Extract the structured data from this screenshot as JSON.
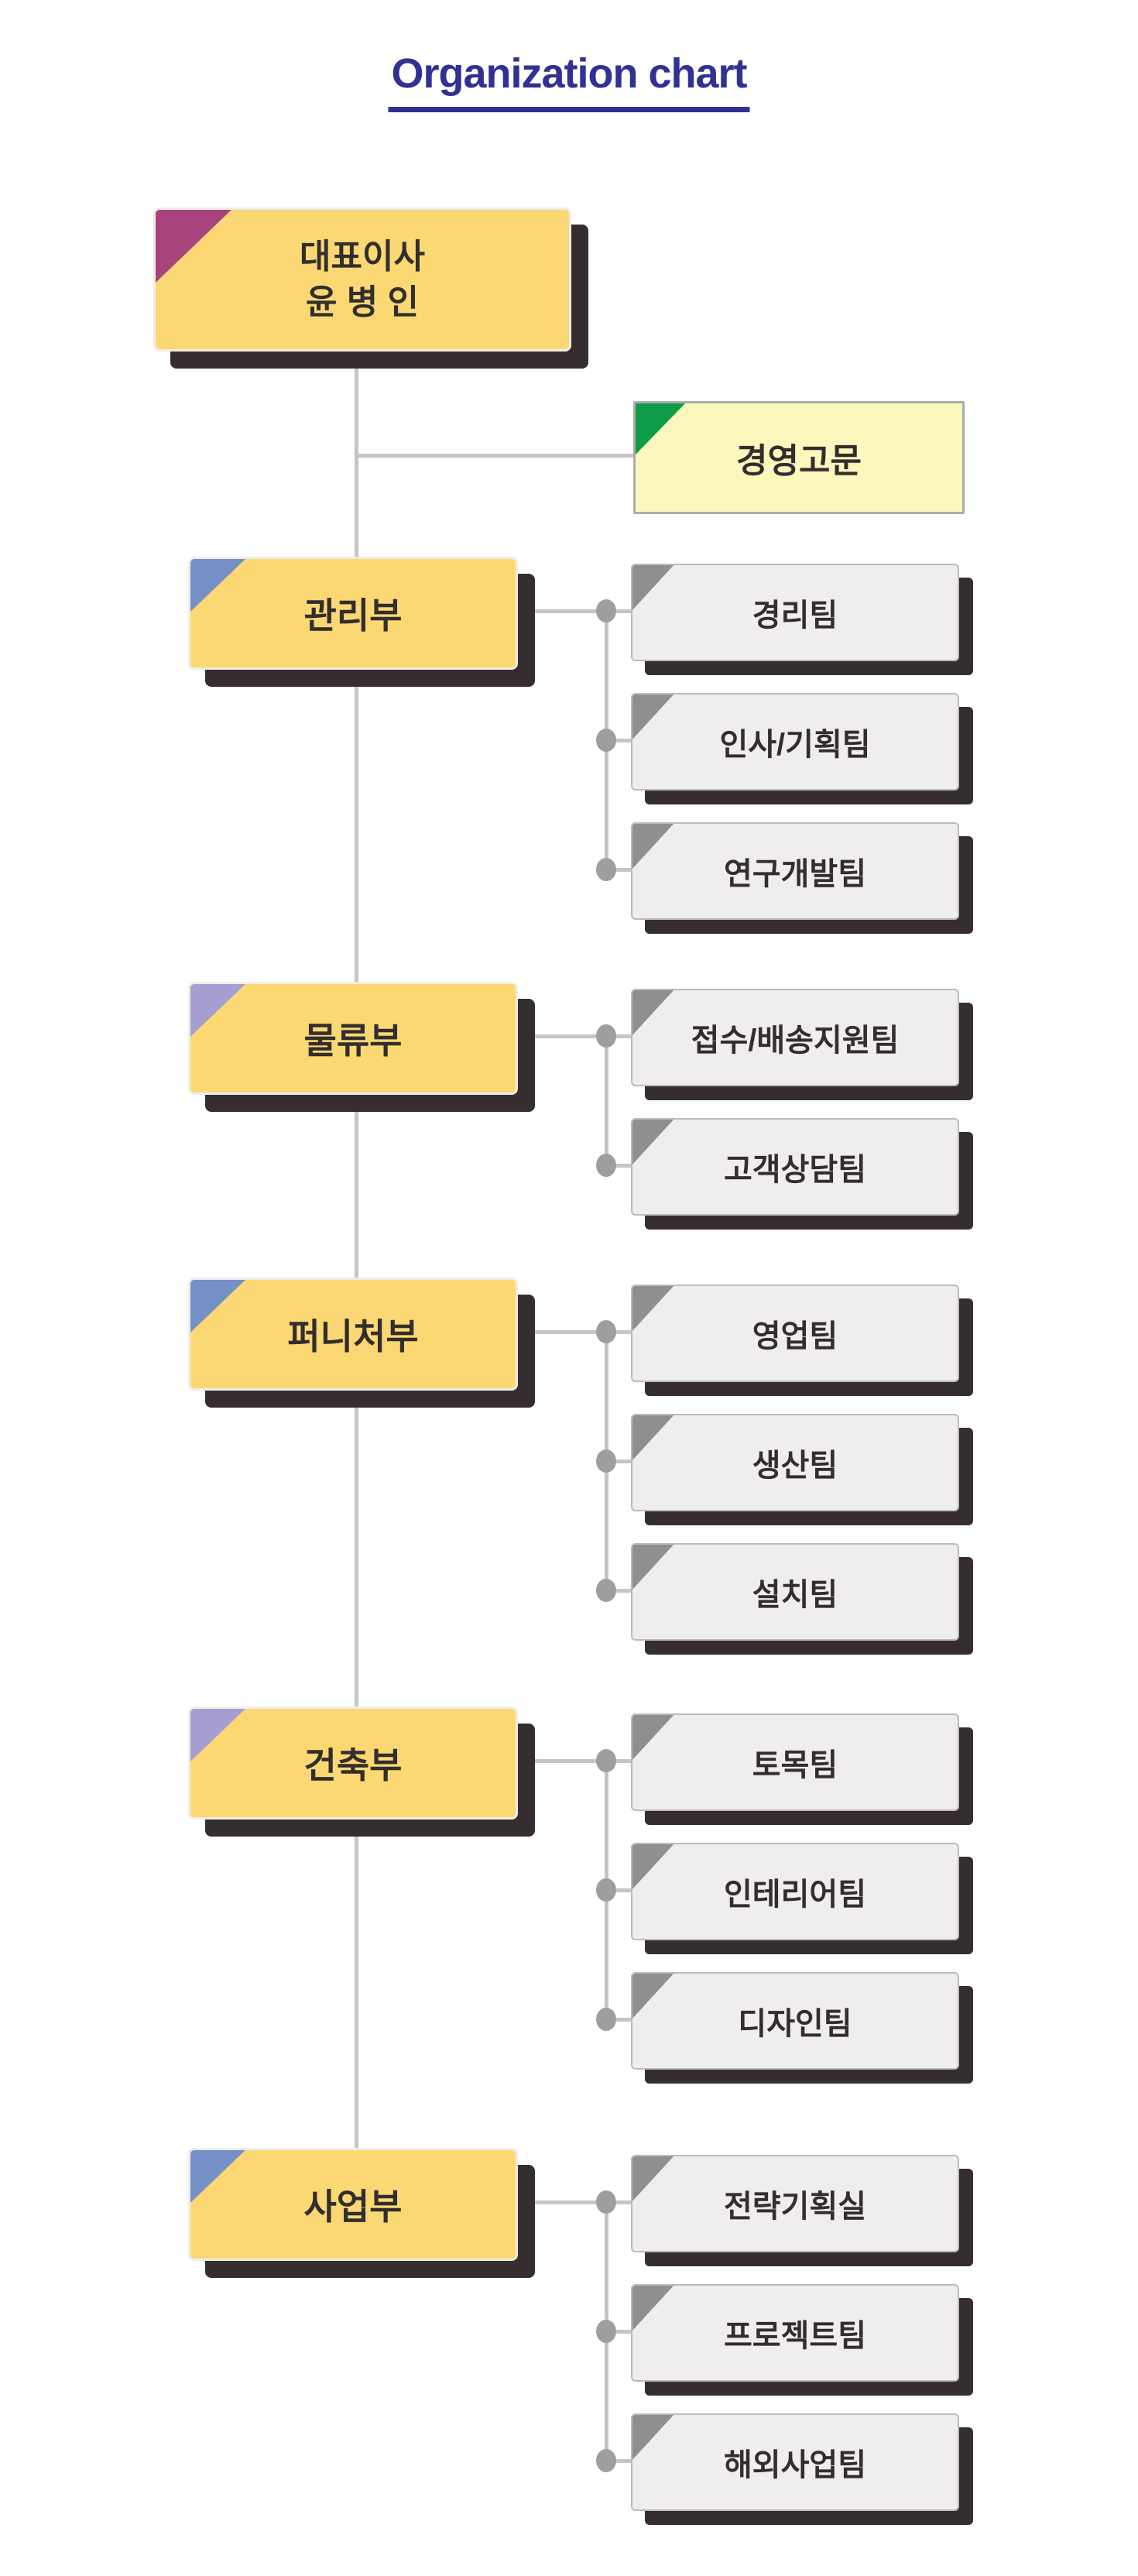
{
  "title": {
    "text": "Organization chart",
    "color": "#2F3193"
  },
  "ceo": {
    "title_line": "대표이사",
    "name_line": "윤 병 인",
    "corner_color": "#A8437D"
  },
  "advisor": {
    "label": "경영고문",
    "corner_color": "#0E9C48",
    "fill_color": "#FBF7BD"
  },
  "departments": [
    {
      "label": "관리부",
      "corner_color": "#7590C6",
      "teams": [
        "경리팀",
        "인사/기획팀",
        "연구개발팀"
      ]
    },
    {
      "label": "물류부",
      "corner_color": "#A79FD1",
      "teams": [
        "접수/배송지원팀",
        "고객상담팀"
      ]
    },
    {
      "label": "퍼니처부",
      "corner_color": "#7590C6",
      "teams": [
        "영업팀",
        "생산팀",
        "설치팀"
      ]
    },
    {
      "label": "건축부",
      "corner_color": "#A79FD1",
      "teams": [
        "토목팀",
        "인테리어팀",
        "디자인팀"
      ]
    },
    {
      "label": "사업부",
      "corner_color": "#7590C6",
      "teams": [
        "전략기획실",
        "프로젝트팀",
        "해외사업팀"
      ]
    }
  ],
  "colors": {
    "department_fill": "#FBD873",
    "team_fill": "#EFEDED",
    "team_corner": "#8F8F8F",
    "shadow": "#362D2E",
    "connector_line": "#C5C5C5",
    "connector_dot": "#9E9E9E",
    "text": "#322E2D",
    "title_navy": "#2F3193"
  }
}
